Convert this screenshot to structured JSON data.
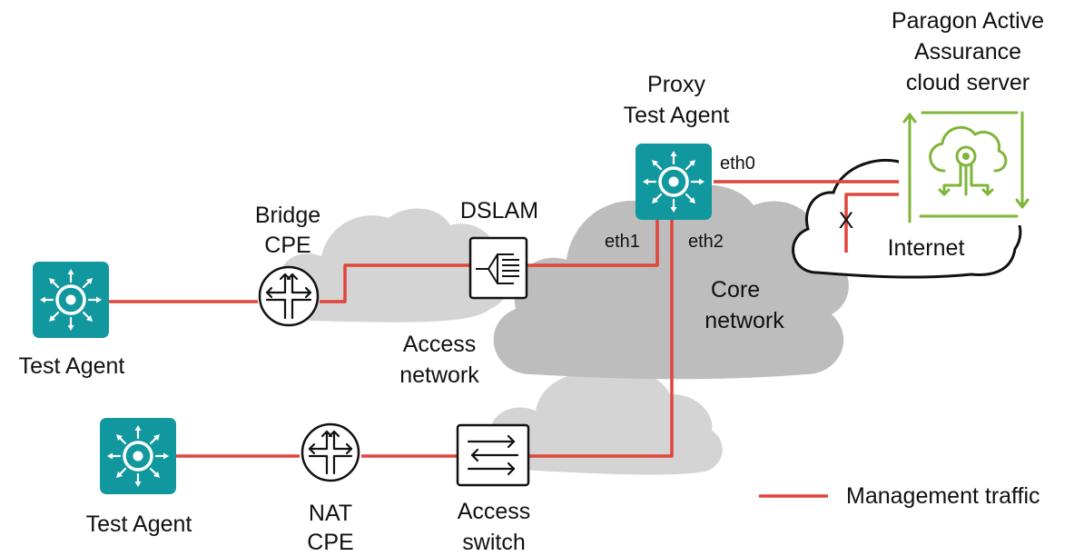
{
  "labels": {
    "paragon": "Paragon Active",
    "assurance": "Assurance",
    "cloud_server": "cloud server",
    "proxy": "Proxy",
    "proxy_test_agent": "Test Agent",
    "bridge": "Bridge",
    "bridge_cpe": "CPE",
    "dslam": "DSLAM",
    "eth0": "eth0",
    "eth1": "eth1",
    "eth2": "eth2",
    "internet": "Internet",
    "core": "Core",
    "core_network": "network",
    "access": "Access",
    "access_network": "network",
    "test_agent_top": "Test Agent",
    "test_agent_bottom": "Test Agent",
    "nat": "NAT",
    "nat_cpe": "CPE",
    "access_switch_1": "Access",
    "access_switch_2": "switch",
    "blocked_mark": "X",
    "legend_management": "Management traffic"
  },
  "icons": {
    "test_agent": "test-agent-icon",
    "router": "router-icon",
    "dslam": "dslam-icon",
    "switch": "switch-icon",
    "cloud_server": "cloud-server-icon"
  },
  "colors": {
    "management_traffic": "#e0453a",
    "agent_teal": "#11989f",
    "server_green": "#7fb539",
    "cloud_gray": "#d4d4d4",
    "core_cloud_gray": "#bdbdbd"
  }
}
